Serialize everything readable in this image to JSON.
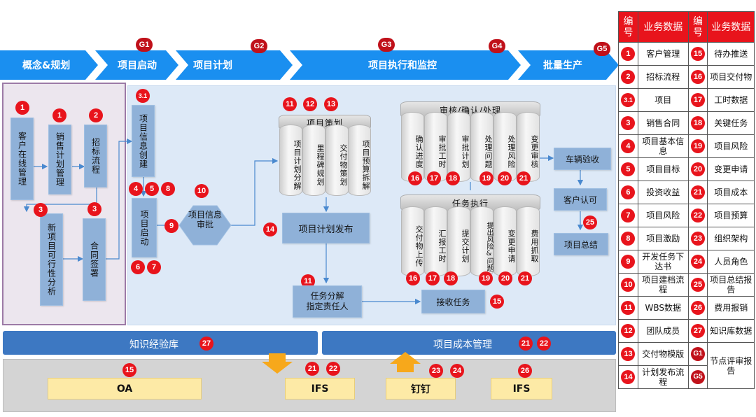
{
  "phases": {
    "p1": "概念&规划",
    "p2": "项目启动",
    "p3": "项目计划",
    "p4": "项目执行和监控",
    "p5": "批量生产"
  },
  "gates": {
    "g1": "G1",
    "g2": "G2",
    "g3": "G3",
    "g4": "G4",
    "g5": "G5"
  },
  "nodes": {
    "customer_online": "客户在线管理",
    "sales_plan": "销售计划管理",
    "bidding": "招标流程",
    "new_project_feasibility": "新项目可行性分析",
    "contract_sign": "合同签署",
    "project_info_create": "项目信息创建",
    "project_start": "项目启动",
    "project_info_approve": "项目信息审批",
    "project_planning": "项目策划",
    "planning_items": [
      "项目计划分解",
      "里程碑规划",
      "交付物策划",
      "项目预算拆解"
    ],
    "plan_release": "项目计划发布",
    "task_breakdown_1": "任务分解",
    "task_breakdown_2": "指定责任人",
    "receive_task": "接收任务",
    "audit_group": "审核/确认/处理",
    "audit_items": [
      "确认进度",
      "审批工时",
      "审批计划",
      "处理问题",
      "处理风险",
      "变更审核"
    ],
    "task_exec": "任务执行",
    "exec_items": [
      "交付物上传",
      "汇报工时",
      "提交计划",
      "提出风险&问题",
      "变更申请",
      "费用抓取"
    ],
    "vehicle_accept": "车辆验收",
    "customer_accept": "客户认可",
    "project_summary": "项目总结",
    "knowledge_base": "知识经验库",
    "cost_mgmt": "项目成本管理",
    "systems": [
      "OA",
      "IFS",
      "钉钉",
      "IFS"
    ]
  },
  "badges": {
    "b1": "1",
    "b2": "2",
    "b3": "3",
    "b31": "3.1",
    "b4": "4",
    "b5": "5",
    "b6": "6",
    "b7": "7",
    "b8": "8",
    "b9": "9",
    "b10": "10",
    "b11": "11",
    "b12": "12",
    "b13": "13",
    "b14": "14",
    "b15": "15",
    "b16": "16",
    "b17": "17",
    "b18": "18",
    "b19": "19",
    "b20": "20",
    "b21": "21",
    "b22": "22",
    "b23": "23",
    "b24": "24",
    "b25": "25",
    "b26": "26",
    "b27": "27"
  },
  "table": {
    "headers": [
      "编号",
      "业务数据",
      "编号",
      "业务数据"
    ],
    "rows": [
      [
        "1",
        "客户管理",
        "15",
        "待办推送"
      ],
      [
        "2",
        "招标流程",
        "16",
        "项目交付物"
      ],
      [
        "3.1",
        "项目",
        "17",
        "工时数据"
      ],
      [
        "3",
        "销售合同",
        "18",
        "关键任务"
      ],
      [
        "4",
        "项目基本信息",
        "19",
        "项目风险"
      ],
      [
        "5",
        "项目目标",
        "20",
        "变更申请"
      ],
      [
        "6",
        "投资收益",
        "21",
        "项目成本"
      ],
      [
        "7",
        "项目风险",
        "22",
        "项目预算"
      ],
      [
        "8",
        "项目激励",
        "23",
        "组织架构"
      ],
      [
        "9",
        "开发任务下达书",
        "24",
        "人员角色"
      ],
      [
        "10",
        "项目建档流程",
        "25",
        "项目总结报告"
      ],
      [
        "11",
        "WBS数据",
        "26",
        "费用报销"
      ],
      [
        "12",
        "团队成员",
        "27",
        "知识库数据"
      ],
      [
        "13",
        "交付物模版",
        "G1",
        "节点评审报告"
      ],
      [
        "14",
        "计划发布流程",
        "G5",
        ""
      ]
    ]
  },
  "colors": {
    "phase_blue": "#1a8ff0",
    "badge_red": "#e8141c",
    "node_blue": "#8fb1d8",
    "panel_blue": "#dde9f7",
    "bar_blue": "#3d78c2",
    "system_yellow": "#fdeaa6",
    "arrow_orange": "#f7a81b"
  }
}
